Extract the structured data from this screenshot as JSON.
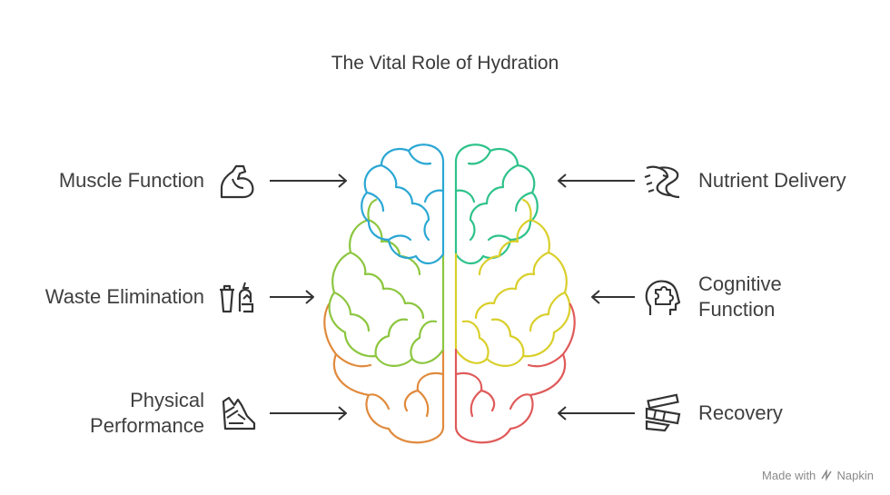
{
  "title": "The Vital Role of Hydration",
  "left_items": [
    {
      "lines": [
        "Muscle Function"
      ],
      "icon": "flexed-arm-icon"
    },
    {
      "lines": [
        "Waste Elimination"
      ],
      "icon": "trash-and-recycle-icon"
    },
    {
      "lines": [
        "Physical",
        "Performance"
      ],
      "icon": "running-shoe-icon"
    }
  ],
  "right_items": [
    {
      "lines": [
        "Nutrient Delivery"
      ],
      "icon": "flowing-stream-icon"
    },
    {
      "lines": [
        "Cognitive",
        "Function"
      ],
      "icon": "head-with-puzzle-icon"
    },
    {
      "lines": [
        "Recovery"
      ],
      "icon": "bandaged-limb-icon"
    }
  ],
  "brain_colors": {
    "top_left": "#2aa7d4",
    "top_right": "#2ec28a",
    "mid_left": "#8cc63f",
    "mid_right": "#d9cf2b",
    "bottom_left": "#e08a3c",
    "bottom_right": "#e05a5a"
  },
  "footer": {
    "made_with": "Made with",
    "brand": "Napkin"
  }
}
